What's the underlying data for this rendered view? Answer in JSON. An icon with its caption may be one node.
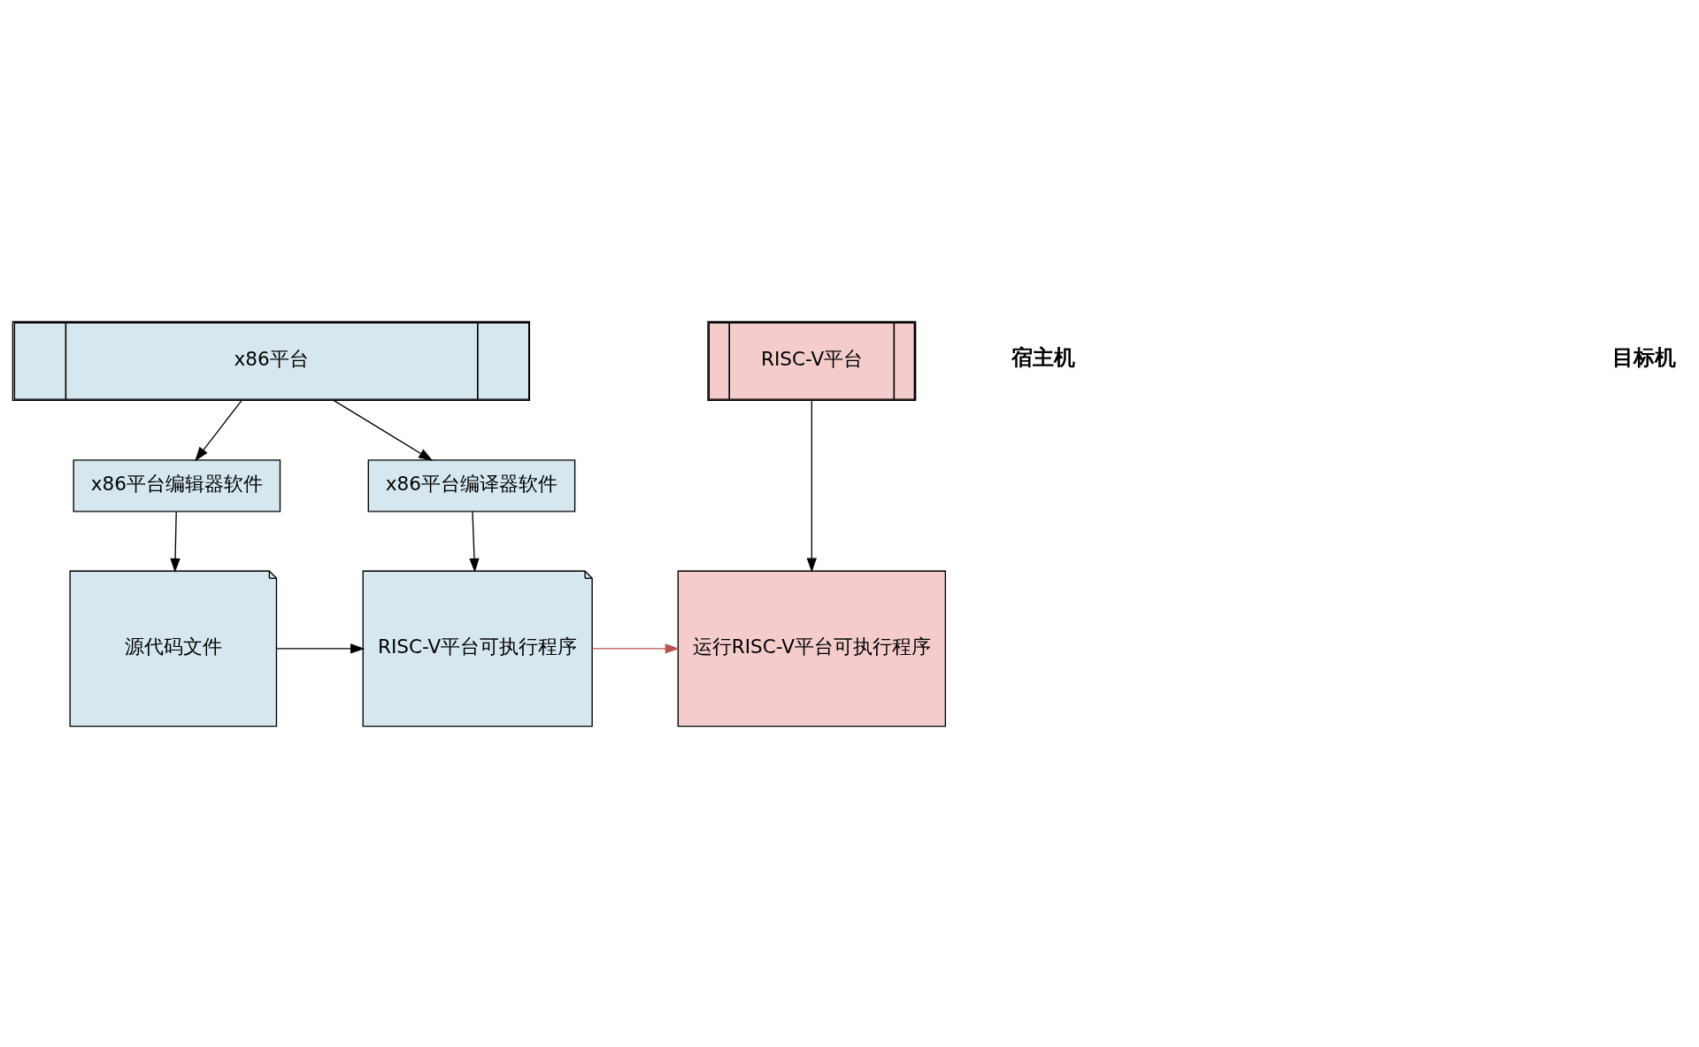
{
  "diagram": {
    "nodes": [
      {
        "text": [
          "x86平台"
        ]
      },
      {
        "text": [
          "x86平台编辑器软件"
        ]
      },
      {
        "text": [
          "x86平台编译器软件"
        ]
      },
      {
        "text": [
          "源代码文件"
        ]
      },
      {
        "text": [
          "RISC-V平台可执行程序"
        ]
      },
      {
        "text": [
          "RISC-V平台"
        ]
      },
      {
        "text": [
          "运行RISC-V平台可执行程序"
        ]
      }
    ],
    "edges": [
      {
        "from": 0,
        "to": 1,
        "arrow": "to"
      },
      {
        "from": 0,
        "to": 2,
        "arrow": "to"
      },
      {
        "from": 1,
        "to": 3,
        "arrow": "to"
      },
      {
        "from": 2,
        "to": 4,
        "arrow": "to"
      },
      {
        "from": 3,
        "to": 4,
        "arrow": "to"
      },
      {
        "from": 4,
        "to": 6,
        "arrow": "to",
        "color": "#b85450"
      },
      {
        "from": 5,
        "to": 6,
        "arrow": "to"
      }
    ],
    "labels": [
      "宿主机",
      "目标机"
    ]
  }
}
